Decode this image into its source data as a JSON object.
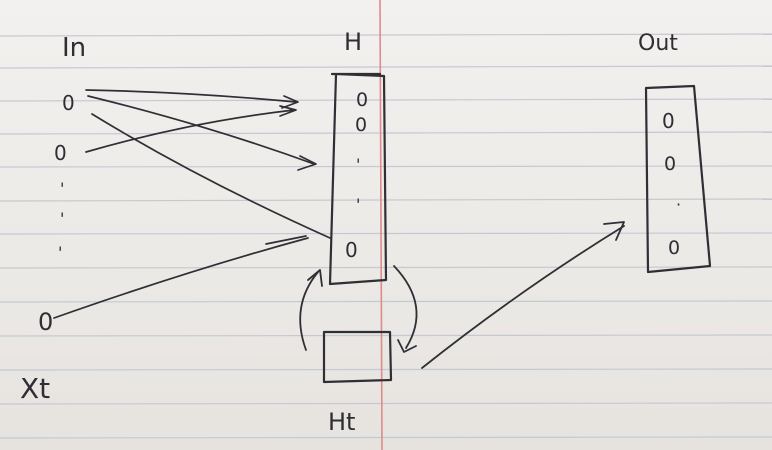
{
  "labels": {
    "input_title": "In",
    "hidden_title": "H",
    "output_title": "Out",
    "input_var": "Xt",
    "state_var": "Ht"
  },
  "input_nodes": [
    "0",
    "0",
    "0"
  ],
  "hidden_nodes": [
    "0",
    "0",
    "0"
  ],
  "output_nodes": [
    "0",
    "0",
    "0"
  ],
  "ellipsis": {
    "input": [
      "'",
      "'",
      "'"
    ],
    "hidden": [
      "'",
      "'"
    ],
    "output": [
      "·"
    ]
  },
  "colors": {
    "paper": "#f1efec",
    "ruled_line": "#c4c8cf",
    "margin_line": "#e08a8a",
    "ink": "#2f2f35"
  }
}
